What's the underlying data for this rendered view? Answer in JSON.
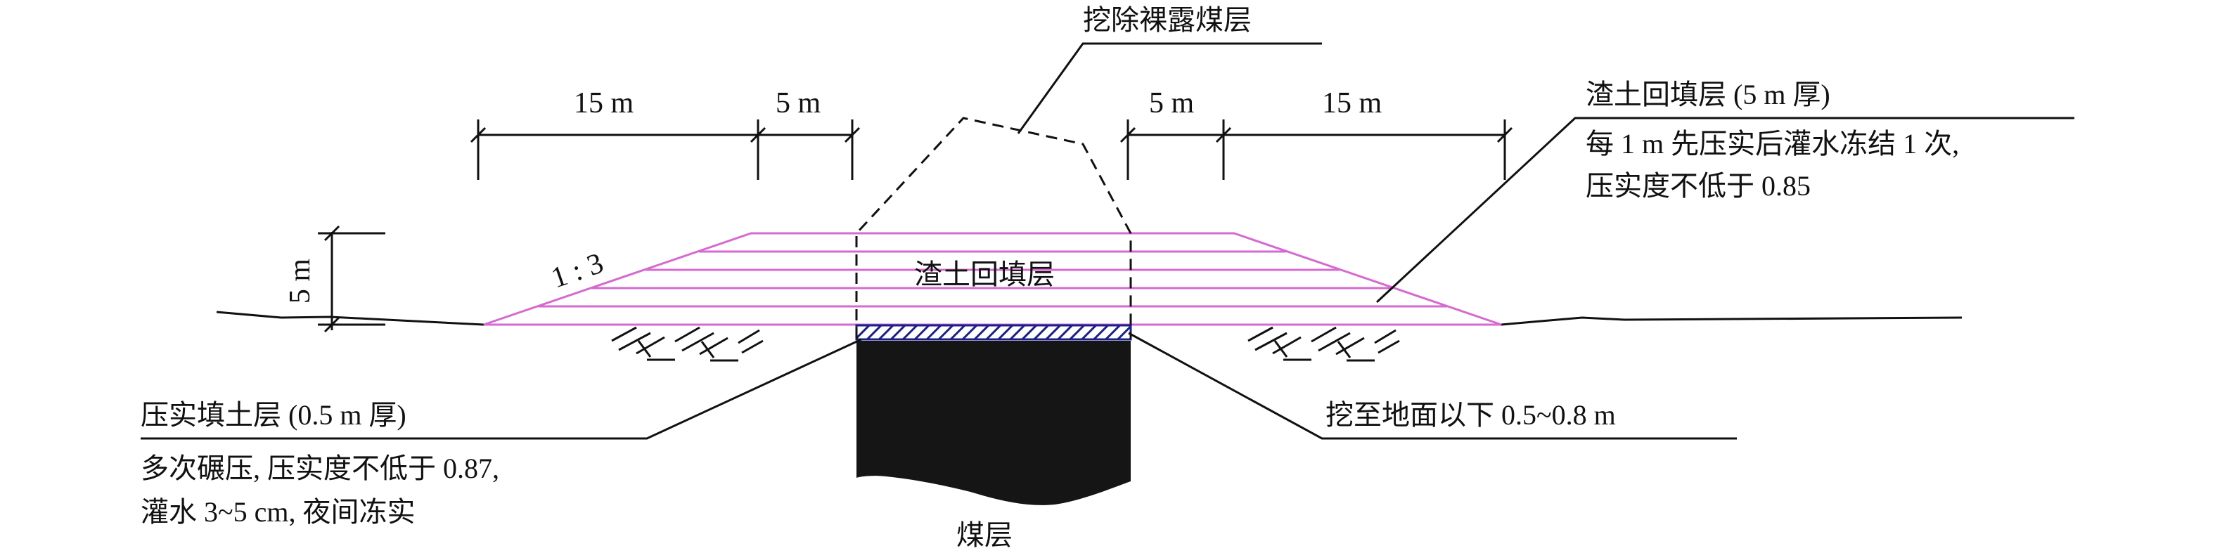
{
  "title": "挖除裸露煤层",
  "dimensions": {
    "left_15": "15 m",
    "left_5": "5 m",
    "right_5": "5 m",
    "right_15": "15 m",
    "height_5": "5 m",
    "slope": "1 : 3"
  },
  "center_label": "渣土回填层",
  "right_annotation": {
    "heading": "渣土回填层 (5 m 厚)",
    "line1": "每 1 m 先压实后灌水冻结 1 次,",
    "line2": "压实度不低于 0.85"
  },
  "left_annotation": {
    "heading": "压实填土层 (0.5 m 厚)",
    "line1": "多次碾压, 压实度不低于 0.87,",
    "line2": "灌水 3~5 cm, 夜间冻实"
  },
  "excavation_label": "挖至地面以下 0.5~0.8 m",
  "coal_label": "煤层",
  "colors": {
    "fill_layers": "#d56ad0",
    "hatch": "#1a1f8c",
    "coal": "#151515",
    "line": "#111111"
  }
}
